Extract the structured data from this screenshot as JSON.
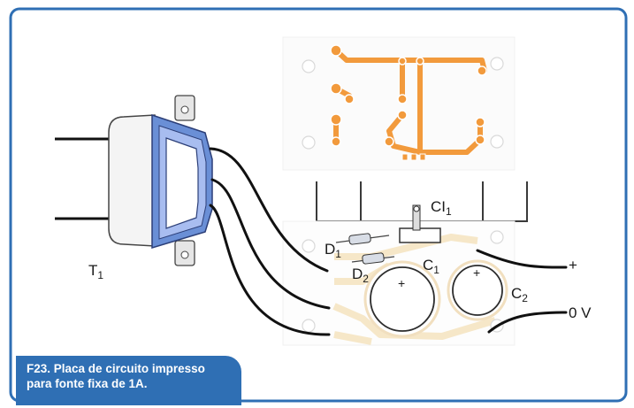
{
  "labels": {
    "transformer": "T",
    "transformer_sub": "1",
    "ic": "CI",
    "ic_sub": "1",
    "d1": "D",
    "d1_sub": "1",
    "d2": "D",
    "d2_sub": "2",
    "c1": "C",
    "c1_sub": "1",
    "c2": "C",
    "c2_sub": "2",
    "plus_out": "+",
    "zero_v": "0 V",
    "c1_plus": "+",
    "c2_plus": "+"
  },
  "caption": {
    "id": "F23.",
    "line1": "Placa de circuito impresso",
    "line2": "para fonte fixa de 1A."
  },
  "colors": {
    "frame": "#2f6fb4",
    "trace": "#f29a3c",
    "board": "#ffffff",
    "transformer_blue": "#6a8fd6",
    "wire": "#111111"
  }
}
